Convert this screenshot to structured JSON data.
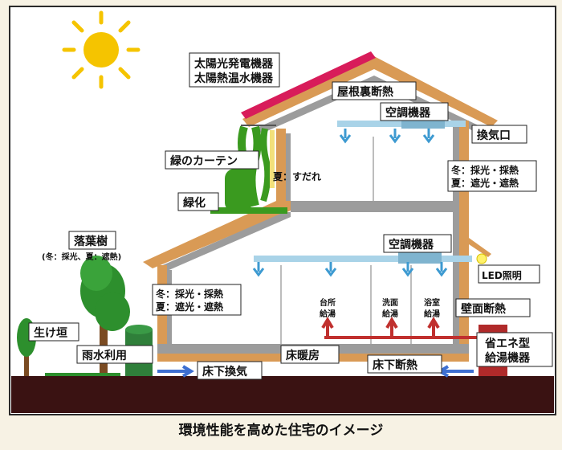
{
  "labels": {
    "solar_power": "太陽光発電機器",
    "solar_heat": "太陽熱温水機器",
    "roof_insulation": "屋根裏断熱",
    "ac_upper": "空調機器",
    "ventilation_port": "換気口",
    "green_curtain": "緑のカーテン",
    "summer_blind": "夏：すだれ",
    "window_upper_1": "冬：採光・採熱",
    "window_upper_2": "夏：遮光・遮熱",
    "greening": "緑化",
    "deciduous_tree": "落葉樹",
    "deciduous_note": "(冬：採光、夏：遮熱)",
    "ac_lower": "空調機器",
    "led_light": "LED照明",
    "window_lower_1": "冬：採光・採熱",
    "window_lower_2": "夏：遮光・遮熱",
    "kitchen_1": "台所",
    "kitchen_2": "給湯",
    "washroom_1": "洗面",
    "washroom_2": "給湯",
    "bath_1": "浴室",
    "bath_2": "給湯",
    "wall_insulation": "壁面断熱",
    "hedge": "生け垣",
    "rainwater": "雨水利用",
    "floor_heating": "床暖房",
    "underfloor_ventilation": "床下換気",
    "underfloor_insulation": "床下断熱",
    "eco_water_1": "省エネ型",
    "eco_water_2": "給湯機器"
  },
  "caption": "環境性能を高めた住宅のイメージ",
  "colors": {
    "background": "#f7f2e4",
    "sky": "#ffffff",
    "ground": "#3a1212",
    "sun": "#f5c400",
    "wall_outer": "#d99a55",
    "wall_inner": "#9c9c9c",
    "roof_panel": "#d81c5a",
    "duct": "#a9d3e8",
    "hot_pipe": "#c0302e",
    "water_heater": "#b02a2a",
    "tree": "#2d8f2d",
    "curtain": "#3a9a1f"
  }
}
